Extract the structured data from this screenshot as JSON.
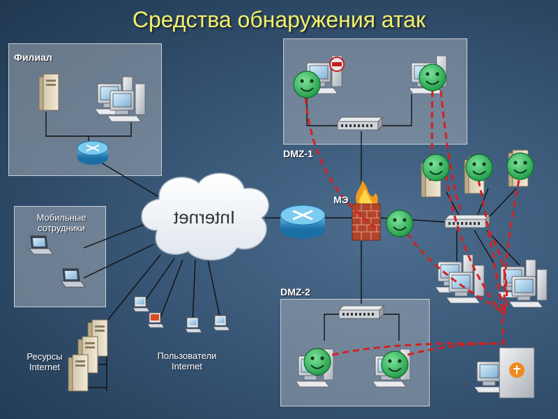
{
  "title": "Средства обнаружения атак",
  "zones": {
    "branch": "Филиал",
    "mobile": "Мобильные сотрудники",
    "dmz1": "DMZ-1",
    "dmz2": "DMZ-2"
  },
  "cloud_label": "Internet",
  "firewall_label": "МЭ",
  "resources_label": "Ресурсы Internet",
  "users_label": "Пользователи Internet",
  "colors": {
    "title": "#f4f06a",
    "sensor": "#2fb65a",
    "attack_path": "#d42020",
    "router": "#2e8ec2"
  }
}
